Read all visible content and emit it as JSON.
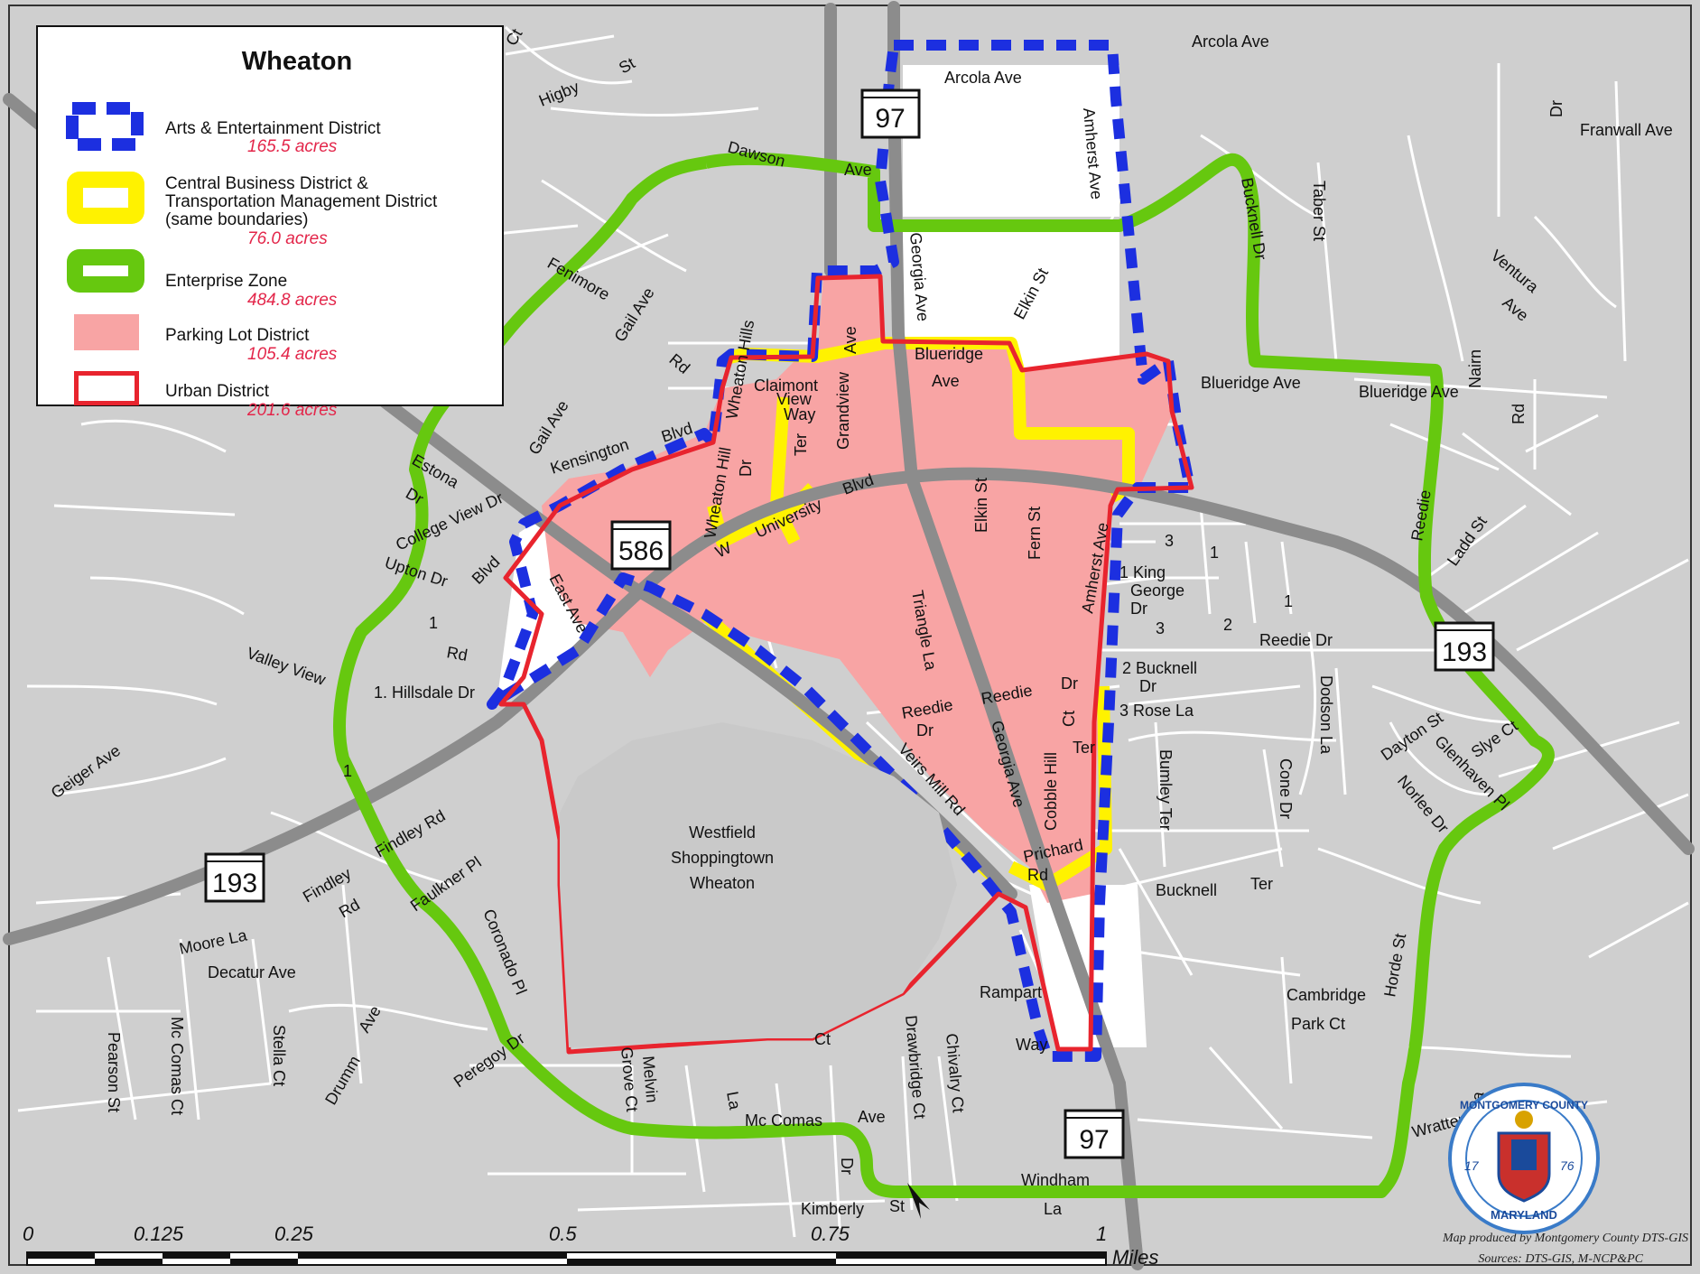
{
  "legend": {
    "title": "Wheaton",
    "items": [
      {
        "label": "Arts & Entertainment District",
        "acres": "165.5 acres",
        "color": "#1c2fe0"
      },
      {
        "label": "Central Business District &\nTransportation Management District\n(same boundaries)",
        "acres": "76.0 acres",
        "color": "#fff200"
      },
      {
        "label": "Enterprise Zone",
        "acres": "484.8 acres",
        "color": "#66c80f"
      },
      {
        "label": "Parking Lot District",
        "acres": "105.4 acres",
        "color": "#f8a4a4"
      },
      {
        "label": "Urban District",
        "acres": "201.6 acres",
        "color": "#e8242e"
      }
    ]
  },
  "shields": {
    "s97_top": "97",
    "s97_bottom": "97",
    "s193_left": "193",
    "s193_right": "193",
    "s586": "586"
  },
  "labels": {
    "arcola_ave_top": "Arcola Ave",
    "arcola_ave": "Arcola Ave",
    "franwall_ave": "Franwall Ave",
    "dr_franwall": "Dr",
    "higby": "Higby",
    "st_higby": "St",
    "ct_top": "Ct",
    "dawson": "Dawson",
    "ave_dawson": "Ave",
    "amherst_ave_top": "Amherst Ave",
    "georgia_ave_top": "Georgia Ave",
    "elkin_st_top": "Elkin St",
    "bucknell_dr": "Bucknell Dr",
    "taber_st": "Taber St",
    "ventura": "Ventura",
    "ave_ventura": "Ave",
    "fenimore": "Fenimore",
    "gail_ave_top": "Gail Ave",
    "gail_ave_mid": "Gail Ave",
    "rd_fenimore": "Rd",
    "blueridge": "Blueridge",
    "ave_blueridge": "Ave",
    "blueridge_ave_1": "Blueridge Ave",
    "blueridge_ave_2": "Blueridge Ave",
    "nairn": "Nairn",
    "rd_nairn": "Rd",
    "grandview_ave": "Ave",
    "grandview": "Grandview",
    "claimont": "Claimont",
    "view": "View",
    "way": "Way",
    "wheaton_hills": "Wheaton Hills",
    "ter_wh": "Ter",
    "wheaton_hill": "Wheaton Hill",
    "dr_wh": "Dr",
    "blvd_gv": "Blvd",
    "kensington": "Kensington",
    "blvd_kens": "Blvd",
    "estona": "Estona",
    "dr_estona": "Dr",
    "college_view_dr": "College View Dr",
    "upton_dr": "Upton Dr",
    "blvd_upton": "Blvd",
    "east_ave": "East Ave",
    "w_univ": "W",
    "university": "University",
    "elkin_st": "Elkin St",
    "fern_st": "Fern St",
    "amherst_ave": "Amherst Ave",
    "reedie_top": "Reedie",
    "ladd_st": "Ladd St",
    "king_george": "1 King\nGeorge\nDr",
    "reedie_dr_right": "Reedie Dr",
    "triangle_la": "Triangle La",
    "valley_view": "Valley  View",
    "rd_valley": "Rd",
    "hillsdale": "1. Hillsdale Dr",
    "bucknell_note": "2 Bucknell\nDr",
    "rose_la": "3 Rose La",
    "dodson_la": "Dodson La",
    "dayton_st": "Dayton St",
    "glenhaven_pl": "Glenhaven Pl",
    "norlee_dr": "Norlee Dr",
    "slye_ct": "Slye Ct",
    "reedie_dr_a": "Reedie",
    "dr_reedie_a": "Dr",
    "reedie_dr_b": "Reedie",
    "dr_reedie_b": "Dr",
    "veirs_mill_rd": "Veirs Mill Rd",
    "georgia_ave": "Georgia Ave",
    "cobble_hill": "Cobble  Hill",
    "ct_cobble": "Ct",
    "ter_cobble": "Ter",
    "bumley_ter": "Bumley Ter",
    "cone_dr": "Cone Dr",
    "geiger_ave": "Geiger Ave",
    "westfield": "Westfield\nShoppingtown\nWheaton",
    "prichard": "Prichard",
    "rd_prichard": "Rd",
    "bucknell_ter": "Bucknell",
    "ter_bucknell": "Ter",
    "findley_rd": "Findley Rd",
    "findley": "Findley",
    "rd_findley": "Rd",
    "faulkner_pl": "Faulkner Pl",
    "coronado_pl": "Coronado Pl",
    "moore_la": "Moore La",
    "decatur_ave": "Decatur Ave",
    "drumm_ave": "Drumm",
    "ave_drumm": "Ave",
    "horde_st": "Horde St",
    "cambridge": "Cambridge",
    "park_ct": "Park Ct",
    "rampart": "Rampart",
    "way_rampart": "Way",
    "ct_urban": "Ct",
    "drawbridge_ct": "Drawbridge Ct",
    "chivalry_ct": "Chivalry Ct",
    "peregoy_dr": "Peregoy Dr",
    "pearson_st": "Pearson St",
    "mc_comas_ct": "Mc Comas Ct",
    "stella_ct": "Stella Ct",
    "grove_ct": "Grove Ct",
    "melvin": "Melvin",
    "la_mc": "La",
    "mc_comas": "Mc Comas",
    "ave_mc": "Ave",
    "dr_kimberly": "Dr",
    "kimberly": "Kimberly",
    "st_kimberly": "St",
    "windham": "Windham",
    "la_windham": "La",
    "wratten": "Wratten",
    "la_wratten": "La",
    "num_1a": "1",
    "num_1b": "1",
    "num_3a": "3",
    "num_3b": "3",
    "num_2": "2",
    "num_1c": "1",
    "num_1d": "1"
  },
  "scale": {
    "ticks": [
      "0",
      "0.125",
      "0.25",
      "0.5",
      "0.75",
      "1"
    ],
    "unit": "Miles"
  },
  "credits": {
    "line1": "Map produced by Montgomery County DTS-GIS",
    "line2": "Sources: DTS-GIS, M-NCP&PC"
  },
  "seal": {
    "top_text": "MONTGOMERY COUNTY",
    "bottom_text": "MARYLAND",
    "year_left": "17",
    "year_right": "76"
  }
}
